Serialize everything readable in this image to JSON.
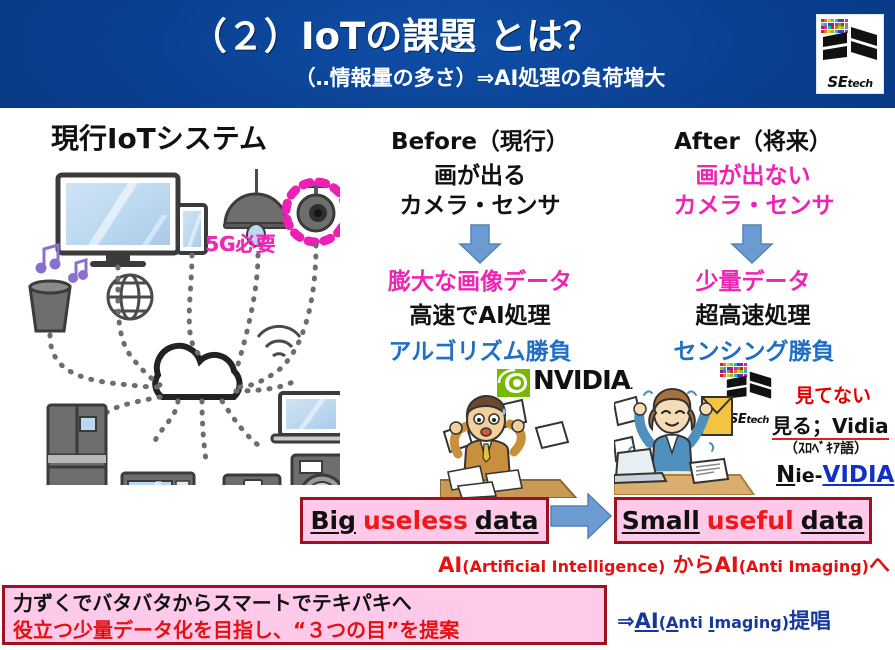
{
  "header": {
    "title": "（２）IoTの課題 とは？",
    "subtitle": "（‥情報量の多さ）⇒AI処理の負荷増大",
    "logo_main": "SE",
    "logo_sub": "tech",
    "bg_color": "#06357e"
  },
  "left": {
    "heading": "現行IoTシステム",
    "badge_5g": "5G必要",
    "badge_color": "#ec2bb6",
    "devices": [
      "tv",
      "tablet",
      "pendant-lamp",
      "security-camera",
      "smart-speaker",
      "globe",
      "cloud",
      "wifi",
      "refrigerator",
      "microwave",
      "smart-scale",
      "washing-machine",
      "laptop"
    ]
  },
  "before": {
    "title": "Before（現行）",
    "line1": "画が出る",
    "line2": "カメラ・センサ",
    "line3": "膨大な画像データ",
    "line4": "高速でAI処理",
    "line5": "アルゴリズム勝負",
    "nvidia_label": "NVIDIA",
    "nvidia_tm": ".",
    "illustration": "stressed-businessman-with-papers"
  },
  "after": {
    "title": "After（将来）",
    "line1": "画が出ない",
    "line2": "カメラ・センサ",
    "line3": "少量データ",
    "line4": "超高速処理",
    "line5": "センシング勝負",
    "logo_main": "SE",
    "logo_sub": "tech",
    "illustration": "efficient-businesswoman-with-laptop"
  },
  "annotations": {
    "not_watching": "見てない",
    "watching": "見る；Vidia",
    "language": "（ｽﾛﾍﾞｷｱ語）",
    "nie_vidia_prefix": "N",
    "nie_vidia_mid": "ie-",
    "nie_vidia_suffix": "VIDIA"
  },
  "pills": {
    "left": {
      "word1": "Big",
      "word2": "useless",
      "word3": "data"
    },
    "right": {
      "word1": "Small",
      "word2": "useful",
      "word3": "data"
    },
    "arrow": "right-arrow"
  },
  "ai_line": {
    "a1": "AI",
    "a1_paren": "(Artificial Intelligence)",
    "mid": " からAI",
    "a2_paren": "(Anti Imaging)",
    "tail": "へ"
  },
  "bottom_box": {
    "line1": "力ずくでバタバタからスマートでテキパキへ",
    "line2": "役立つ少量データ化を目指し、“３つの目”を提案"
  },
  "bottom_right": {
    "arrow": "⇒",
    "ai": "AI",
    "paren_open": "(",
    "a": "A",
    "nti": "nti ",
    "i": "I",
    "maging": "maging",
    "paren_close": ")",
    "tail": "提唱"
  },
  "colors": {
    "pink_text": "#ee24b4",
    "blue_text": "#1f6fc4",
    "red_text": "#e21212",
    "navy_text": "#17379c",
    "pill_bg": "#ffc9ea",
    "pill_border": "#9f1020",
    "arrow_blue": "#6c9bd2"
  }
}
